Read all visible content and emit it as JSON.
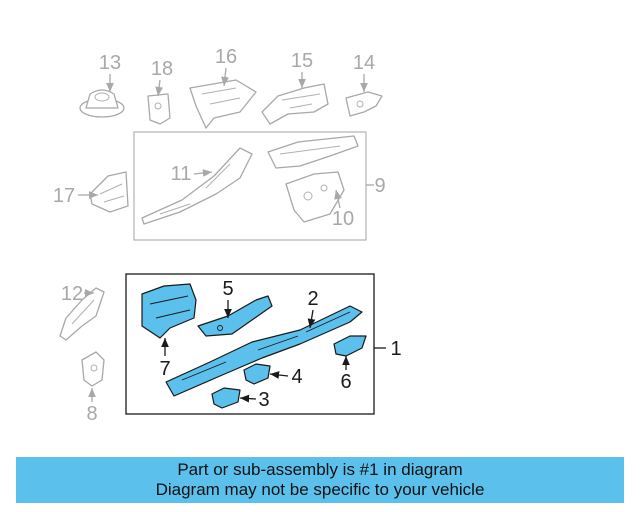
{
  "callouts": {
    "n1": "1",
    "n2": "2",
    "n3": "3",
    "n4": "4",
    "n5": "5",
    "n6": "6",
    "n7": "7",
    "n8": "8",
    "n9": "9",
    "n10": "10",
    "n11": "11",
    "n12": "12",
    "n13": "13",
    "n14": "14",
    "n15": "15",
    "n16": "16",
    "n17": "17",
    "n18": "18"
  },
  "banner": {
    "line1": "Part or sub-assembly is #1 in diagram",
    "line2": "Diagram may not be specific to your vehicle"
  },
  "colors": {
    "highlight": "#5bc0eb",
    "unselected_outline": "#a8a8a8",
    "selected_outline": "#1a1a1a"
  }
}
